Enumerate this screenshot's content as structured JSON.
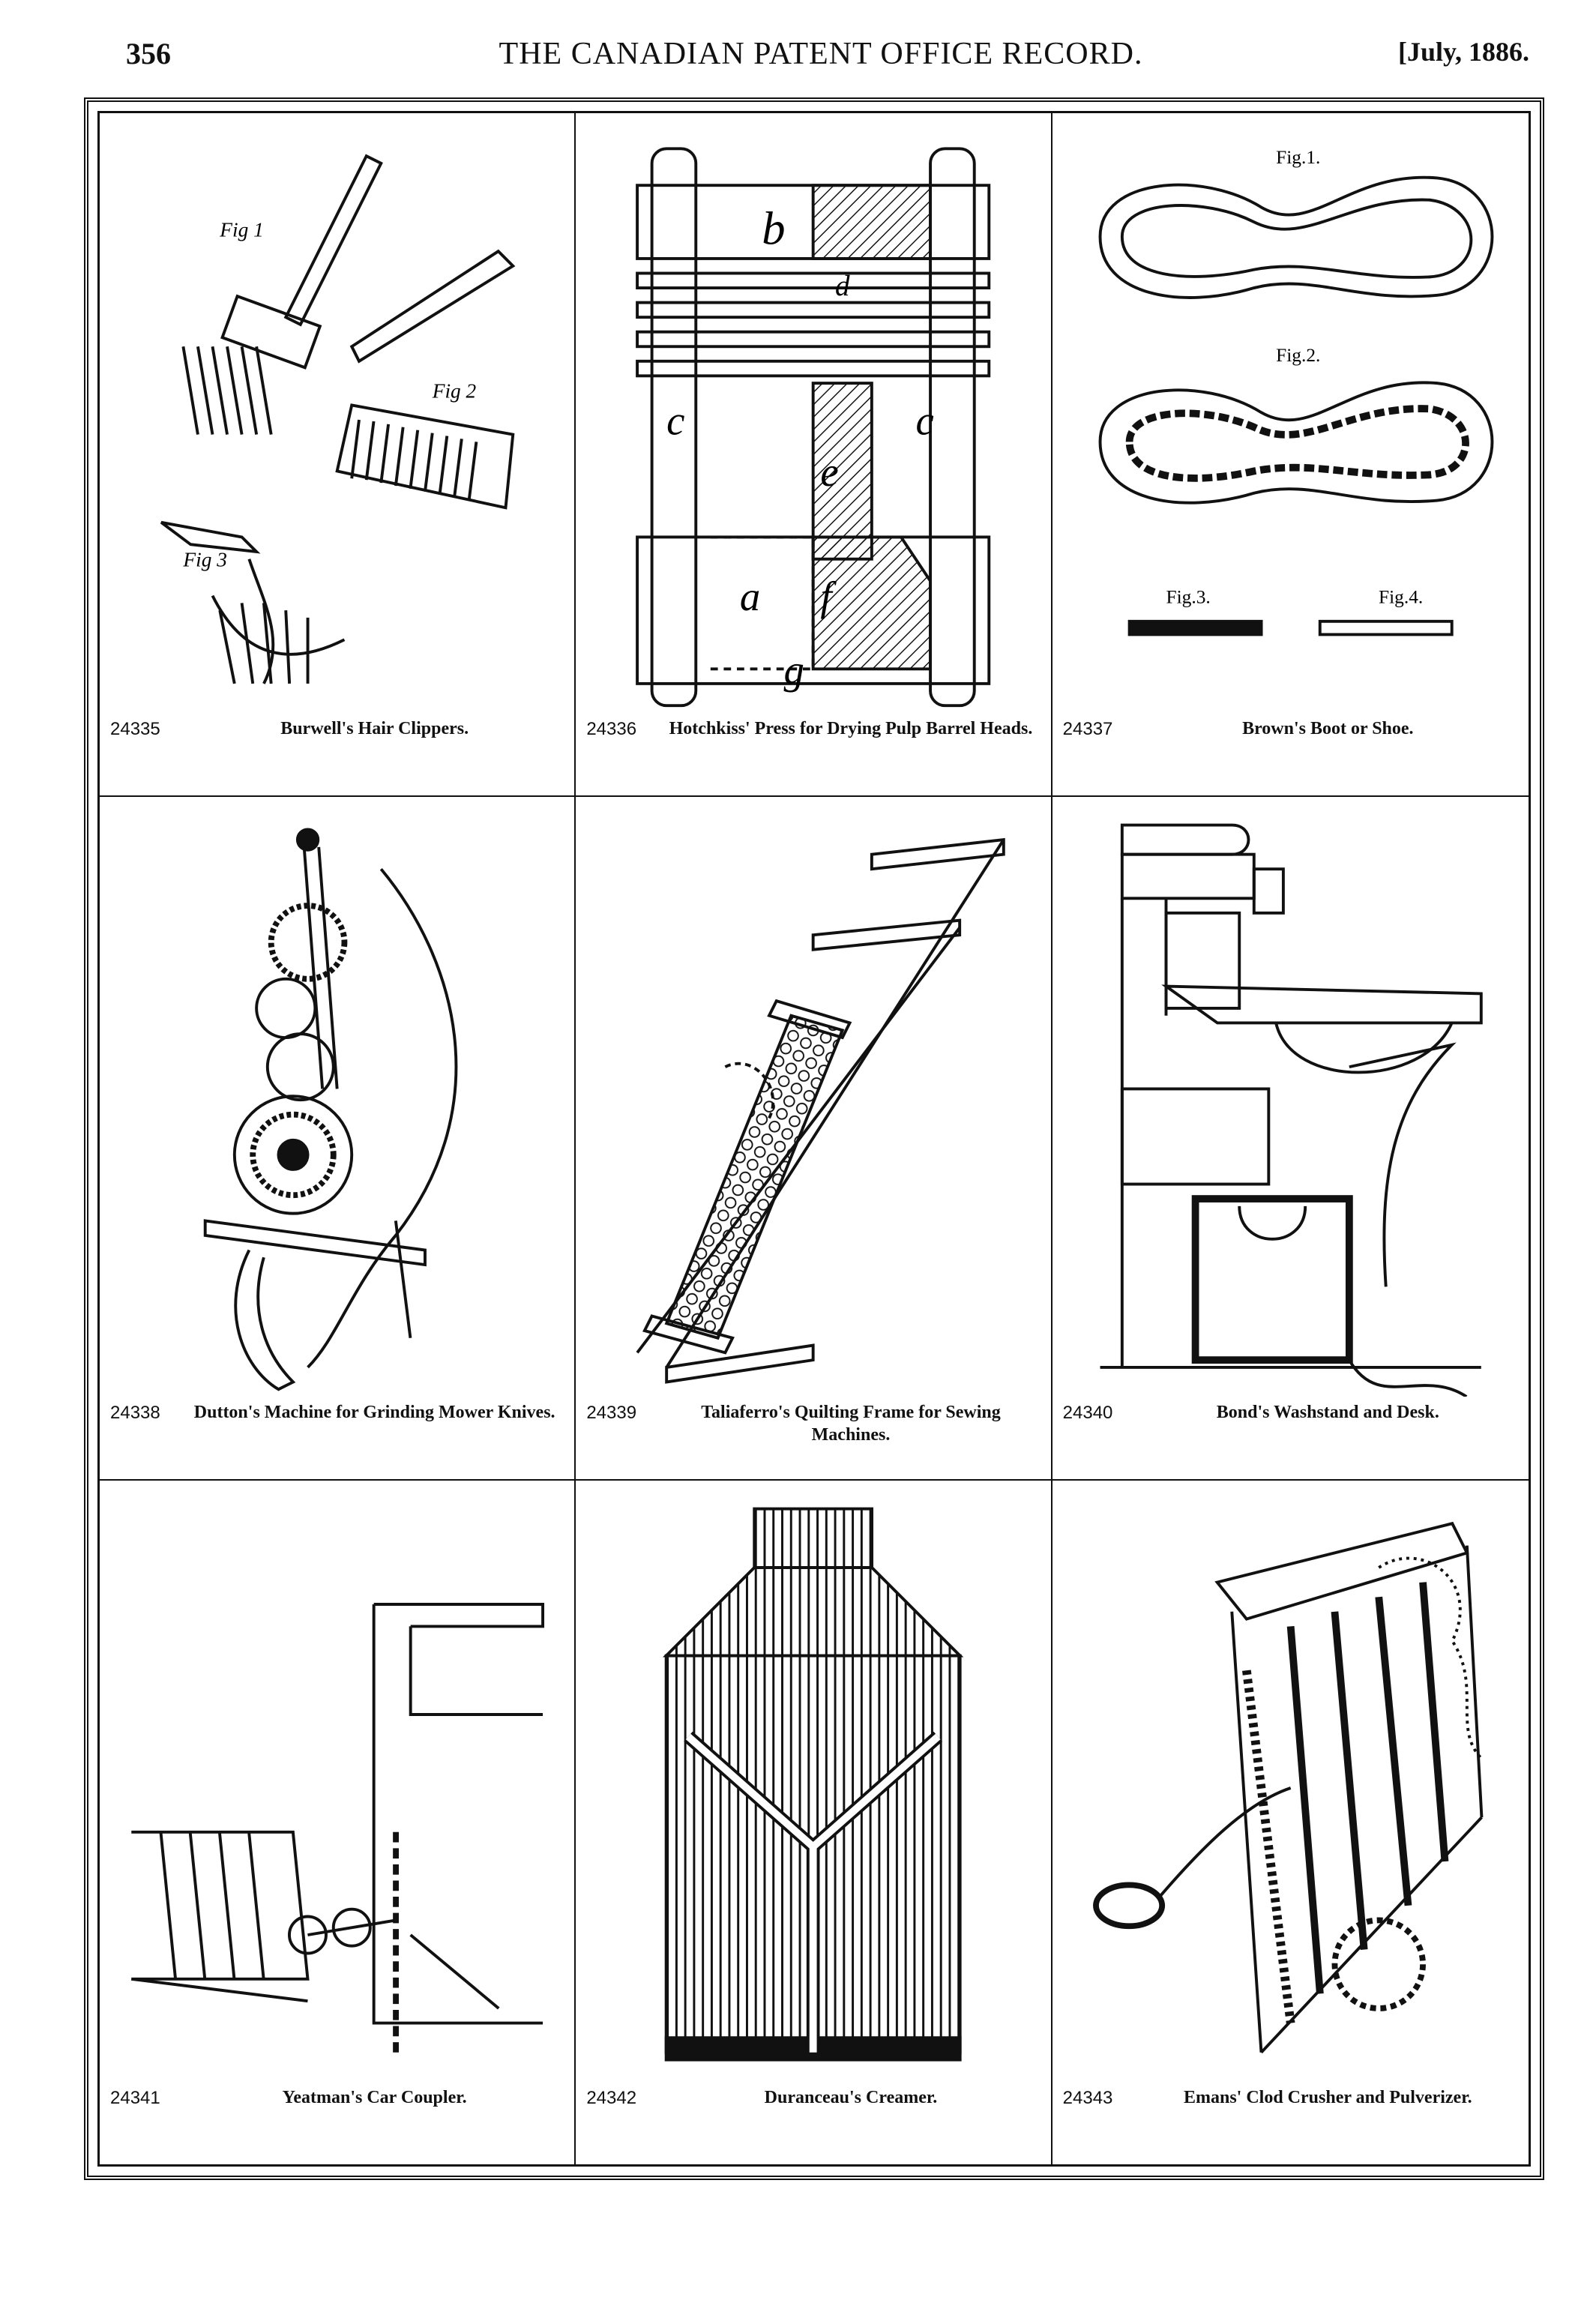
{
  "header": {
    "page_number": "356",
    "journal_title": "THE CANADIAN PATENT OFFICE RECORD.",
    "date": "[July, 1886."
  },
  "patents": [
    {
      "number": "24335",
      "title": "Burwell's Hair Clippers."
    },
    {
      "number": "24336",
      "title": "Hotchkiss' Press for Drying Pulp Barrel Heads."
    },
    {
      "number": "24337",
      "title": "Brown's Boot or Shoe."
    },
    {
      "number": "24338",
      "title": "Dutton's Machine for Grinding Mower Knives."
    },
    {
      "number": "24339",
      "title": "Taliaferro's Quilting Frame for Sewing Machines."
    },
    {
      "number": "24340",
      "title": "Bond's Washstand and Desk."
    },
    {
      "number": "24341",
      "title": "Yeatman's Car Coupler."
    },
    {
      "number": "24342",
      "title": "Duranceau's Creamer."
    },
    {
      "number": "24343",
      "title": "Emans' Clod Crusher and Pulverizer."
    }
  ],
  "figure_labels": {
    "hair_clippers": [
      "Fig 1",
      "Fig 2",
      "Fig 3"
    ],
    "boot_or_shoe": [
      "Fig.1.",
      "Fig.2.",
      "Fig.3.",
      "Fig.4."
    ],
    "press_letters": [
      "b",
      "d",
      "c",
      "c",
      "e",
      "a",
      "f",
      "g"
    ]
  }
}
